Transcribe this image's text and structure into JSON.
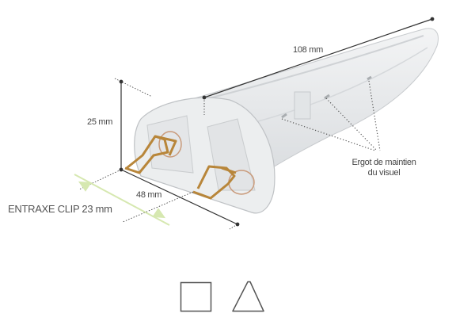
{
  "dimensions": {
    "length": "108 mm",
    "height": "25 mm",
    "width": "48 mm",
    "clip_spacing": "ENTRAXE CLIP 23 mm"
  },
  "callout": {
    "line1": "Ergot de maintien",
    "line2": "du visuel"
  },
  "shape_options": [
    {
      "icon": "square-icon"
    },
    {
      "icon": "triangle-icon"
    }
  ],
  "colors": {
    "dimension_line": "#333333",
    "clip_arrow": "#d6e8b0",
    "clip_metal": "#b8863a",
    "shape_outline": "#555555"
  }
}
